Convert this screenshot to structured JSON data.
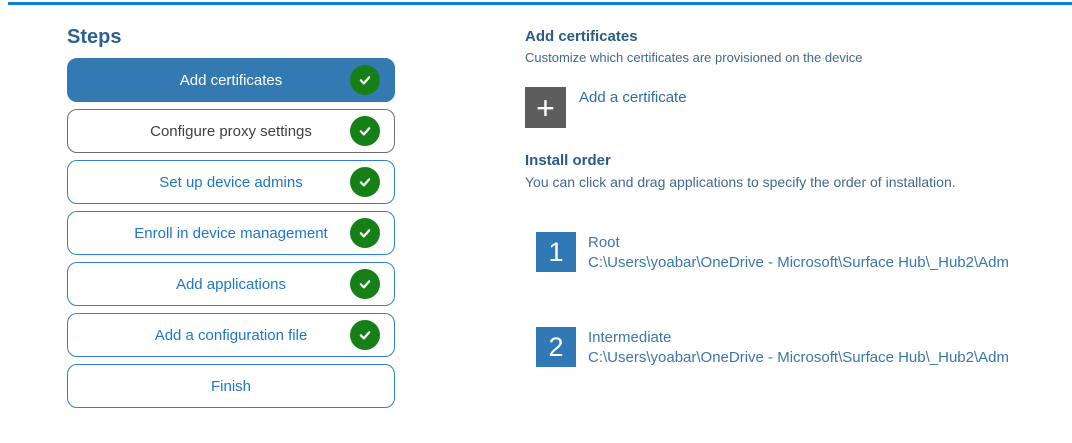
{
  "steps_panel": {
    "title": "Steps",
    "items": [
      {
        "label": "Add certificates",
        "state": "selected",
        "checked": true
      },
      {
        "label": "Configure proxy settings",
        "state": "hover",
        "checked": true
      },
      {
        "label": "Set up device admins",
        "state": "default",
        "checked": true
      },
      {
        "label": "Enroll in device management",
        "state": "default",
        "checked": true
      },
      {
        "label": "Add applications",
        "state": "default",
        "checked": true
      },
      {
        "label": "Add a configuration file",
        "state": "default",
        "checked": true
      },
      {
        "label": "Finish",
        "state": "default",
        "checked": false
      }
    ]
  },
  "content": {
    "title": "Add certificates",
    "subtitle": "Customize which certificates are provisioned on the device",
    "add_certificate": {
      "icon": "+",
      "label": "Add a certificate"
    },
    "install_order": {
      "title": "Install order",
      "description": "You can click and drag applications to specify the order of installation.",
      "items": [
        {
          "order": "1",
          "name": "Root",
          "path": "C:\\Users\\yoabar\\OneDrive - Microsoft\\Surface Hub\\_Hub2\\Adm"
        },
        {
          "order": "2",
          "name": "Intermediate",
          "path": "C:\\Users\\yoabar\\OneDrive - Microsoft\\Surface Hub\\_Hub2\\Adm"
        }
      ]
    }
  },
  "icons": {
    "plus": "+",
    "check": "check-circle"
  },
  "colors": {
    "accent_line": "#0e7fd9",
    "selected_step_bg": "#337ab3",
    "step_border": "#3180d4",
    "step_text": "#1b76d0",
    "hover_step_border": "#6e6e6e",
    "hover_step_text": "#404040",
    "success_green": "#168016",
    "number_tile_bg": "#3079b5",
    "plus_tile_bg": "#5d5d5d",
    "heading_dark": "#2b5c86",
    "steps_title": "#2d6191",
    "body_blue": "#41688e",
    "item_blue": "#3a76ad"
  }
}
